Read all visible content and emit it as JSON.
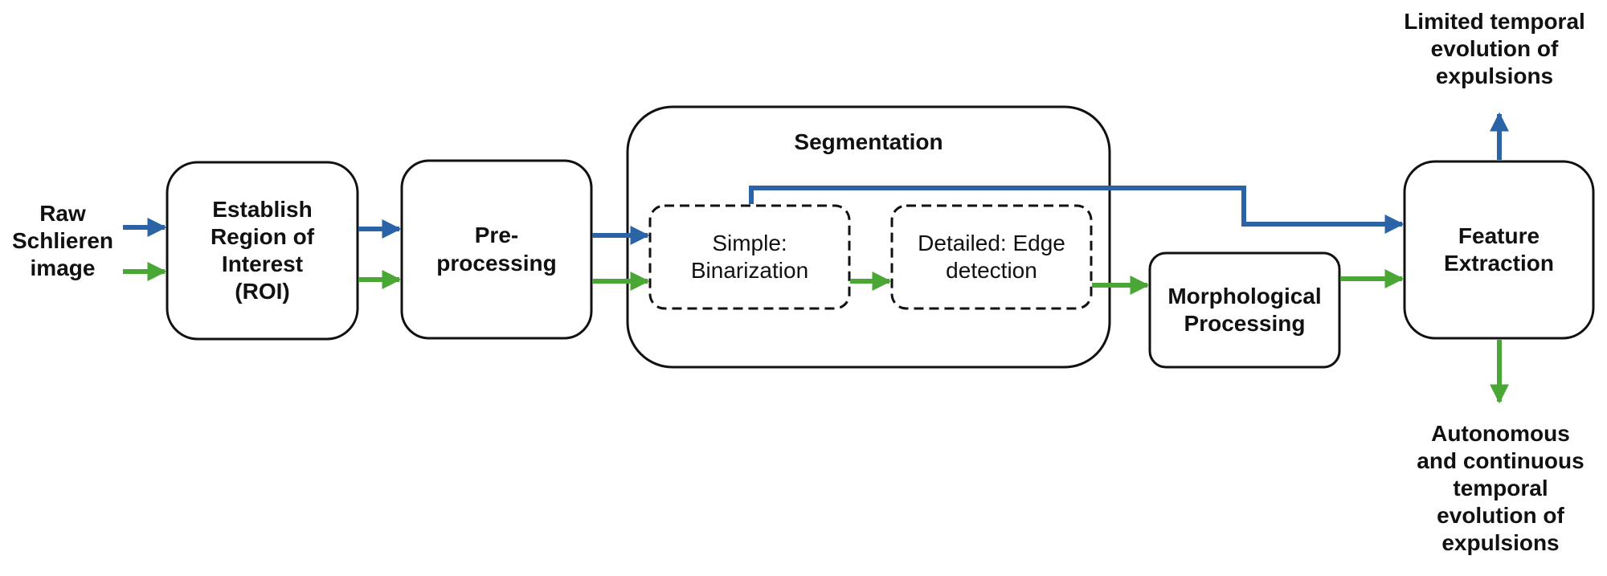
{
  "colors": {
    "blue_path": "#2a64a6",
    "green_path": "#4aa635",
    "box_stroke": "#111111"
  },
  "diagram": {
    "input_label": [
      "Raw",
      "Schlieren",
      "image"
    ],
    "nodes": {
      "roi": [
        "Establish",
        "Region of",
        "Interest",
        "(ROI)"
      ],
      "preprocessing": [
        "Pre-",
        "processing"
      ],
      "segmentation": "Segmentation",
      "simple": [
        "Simple:",
        "Binarization"
      ],
      "detailed": [
        "Detailed: Edge",
        "detection"
      ],
      "morphological": [
        "Morphological",
        "Processing"
      ],
      "feature": [
        "Feature",
        "Extraction"
      ]
    },
    "outputs": {
      "limited": [
        "Limited temporal",
        "evolution of",
        "expulsions"
      ],
      "autonomous": [
        "Autonomous",
        "and continuous",
        "temporal",
        "evolution of",
        "expulsions"
      ]
    }
  }
}
